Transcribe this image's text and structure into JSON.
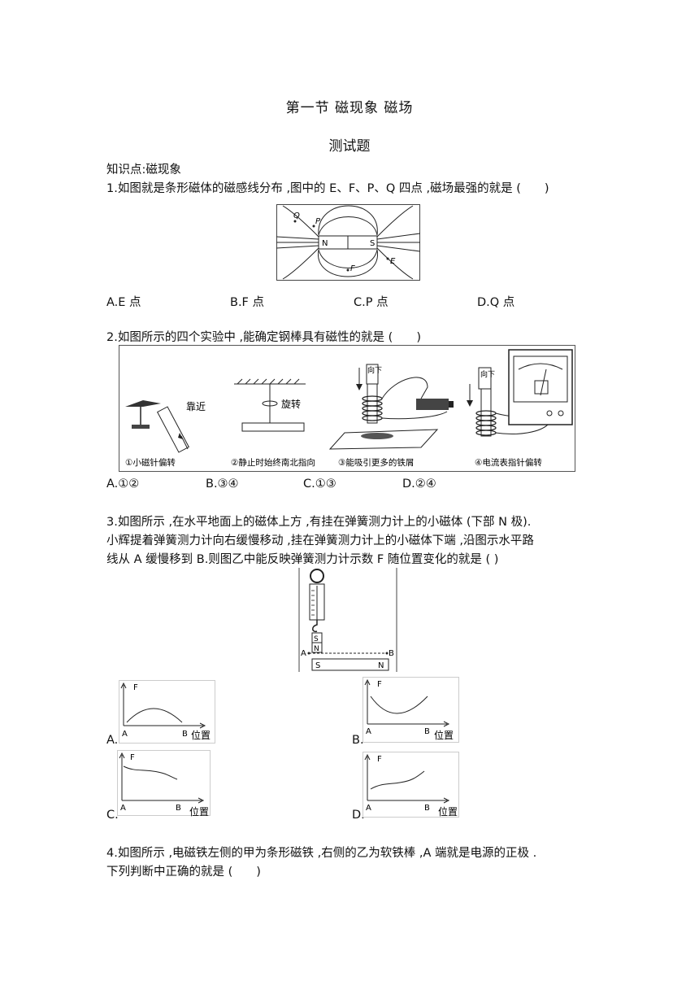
{
  "title": "第一节 磁现象 磁场",
  "subtitle": "测试题",
  "section": "知识点:磁现象",
  "q1": {
    "text": "1.如图就是条形磁体的磁感线分布 ,图中的 E、F、P、Q 四点 ,磁场最强的就是 (　　)",
    "fig": {
      "n": "N",
      "s": "S",
      "q": "Q",
      "p": "P",
      "f": "F",
      "e": "E"
    },
    "options": [
      "A.E 点",
      "B.F 点",
      "C.P 点",
      "D.Q 点"
    ]
  },
  "q2": {
    "text": "2.如图所示的四个实验中 ,能确定钢棒具有磁性的就是 (　　)",
    "fig": {
      "near": "靠近",
      "rotate": "旋转",
      "down1": "向下",
      "down2": "向下",
      "cap1": "①小磁针偏转",
      "cap2": "②静止时始终南北指向",
      "cap3": "③能吸引更多的铁屑",
      "cap4": "④电流表指针偏转"
    },
    "options": [
      "A.①②",
      "B.③④",
      "C.①③",
      "D.②④"
    ]
  },
  "q3": {
    "line1": "3.如图所示 ,在水平地面上的磁体上方 ,有挂在弹簧测力计上的小磁体 (下部 N 极).",
    "line2": "小辉提着弹簧测力计向右缓慢移动 ,挂在弹簧测力计上的小磁体下端 ,沿图示水平路",
    "line3": "线从 A 缓慢移到 B.则图乙中能反映弹簧测力计示数 F 随位置变化的就是 ( )",
    "fig": {
      "s_small": "S",
      "n_small": "N",
      "a": "A",
      "b": "B",
      "s_big": "S",
      "n_big": "N"
    },
    "graphs": [
      {
        "opt": "A.",
        "f": "F",
        "a": "A",
        "b": "B",
        "pos": "位置"
      },
      {
        "opt": "B.",
        "f": "F",
        "a": "A",
        "b": "B",
        "pos": "位置"
      },
      {
        "opt": "C.",
        "f": "F",
        "a": "A",
        "b": "B",
        "pos": "位置"
      },
      {
        "opt": "D.",
        "f": "F",
        "a": "A",
        "b": "B",
        "pos": "位置"
      }
    ]
  },
  "q4": {
    "line1": "4.如图所示 ,电磁铁左侧的甲为条形磁铁 ,右侧的乙为软铁棒 ,A 端就是电源的正极 .",
    "line2": "下列判断中正确的就是 (　　)"
  }
}
